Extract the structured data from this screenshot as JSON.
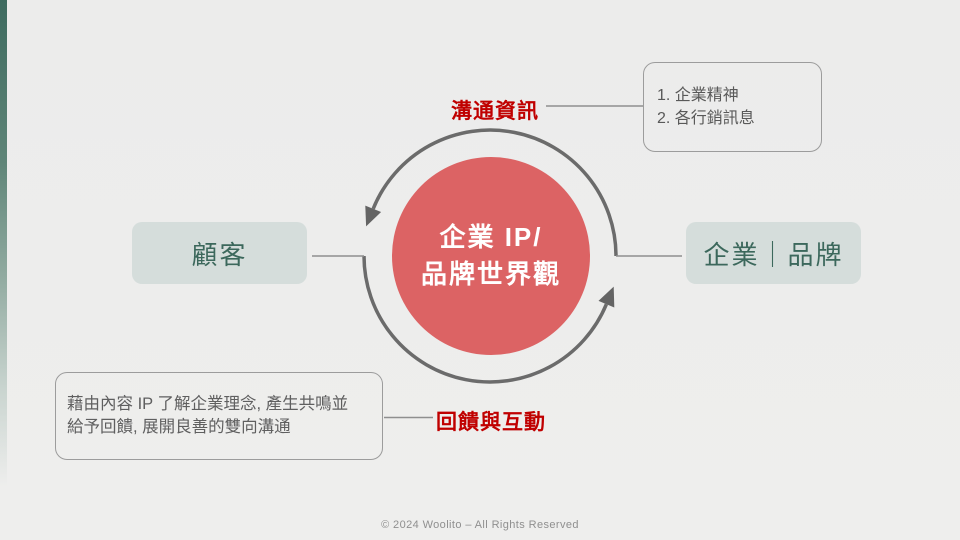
{
  "colors": {
    "background": "#ECECEB",
    "accent_red": "#DC6364",
    "label_red": "#C00000",
    "node_fill": "#D5DDDB",
    "node_text": "#3C685C",
    "ring_gray": "#6B6B6B",
    "body_text": "#595959",
    "border_gray": "#9C9C9C",
    "strip_green": "#3E6B5F",
    "footer_text": "#8F8F8F"
  },
  "center_circle": {
    "line1": "企業 IP/",
    "line2": "品牌世界觀"
  },
  "left_node": {
    "label": "顧客"
  },
  "right_node": {
    "label": "企業｜品牌"
  },
  "top_flow": {
    "label": "溝通資訊",
    "items": [
      "1. 企業精神",
      "2. 各行銷訊息"
    ]
  },
  "bottom_flow": {
    "label": "回饋與互動",
    "lines": [
      "藉由內容 IP 了解企業理念, 產生共鳴並",
      "給予回饋, 展開良善的雙向溝通"
    ]
  },
  "icons": {
    "top_arrowhead": "arrow-counterclockwise-down-left",
    "bottom_arrowhead": "arrow-counterclockwise-up-right"
  },
  "footer": {
    "copyright": "© 2024 Woolito – All Rights Reserved"
  }
}
